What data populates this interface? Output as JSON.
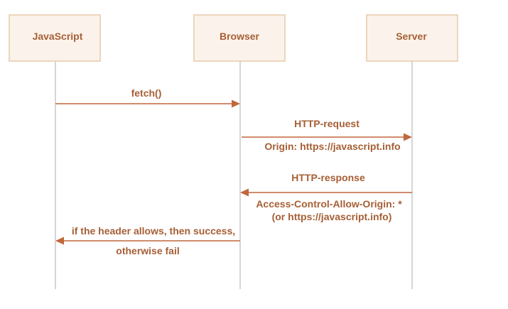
{
  "colors": {
    "accent": "#c0673c",
    "label": "#a65f35",
    "box_fill": "#fbf3eb",
    "box_border": "#e8c9a8",
    "lifeline": "#c9c9c9"
  },
  "actors": [
    {
      "label": "JavaScript"
    },
    {
      "label": "Browser"
    },
    {
      "label": "Server"
    }
  ],
  "messages": [
    {
      "from": "JavaScript",
      "to": "Browser",
      "lines": [
        "fetch()"
      ]
    },
    {
      "from": "Browser",
      "to": "Server",
      "lines": [
        "HTTP-request",
        "Origin: https://javascript.info"
      ]
    },
    {
      "from": "Server",
      "to": "Browser",
      "lines": [
        "HTTP-response",
        "Access-Control-Allow-Origin: *",
        "(or https://javascript.info)"
      ]
    },
    {
      "from": "Browser",
      "to": "JavaScript",
      "lines": [
        "if the header allows, then success,",
        "otherwise fail"
      ]
    }
  ]
}
